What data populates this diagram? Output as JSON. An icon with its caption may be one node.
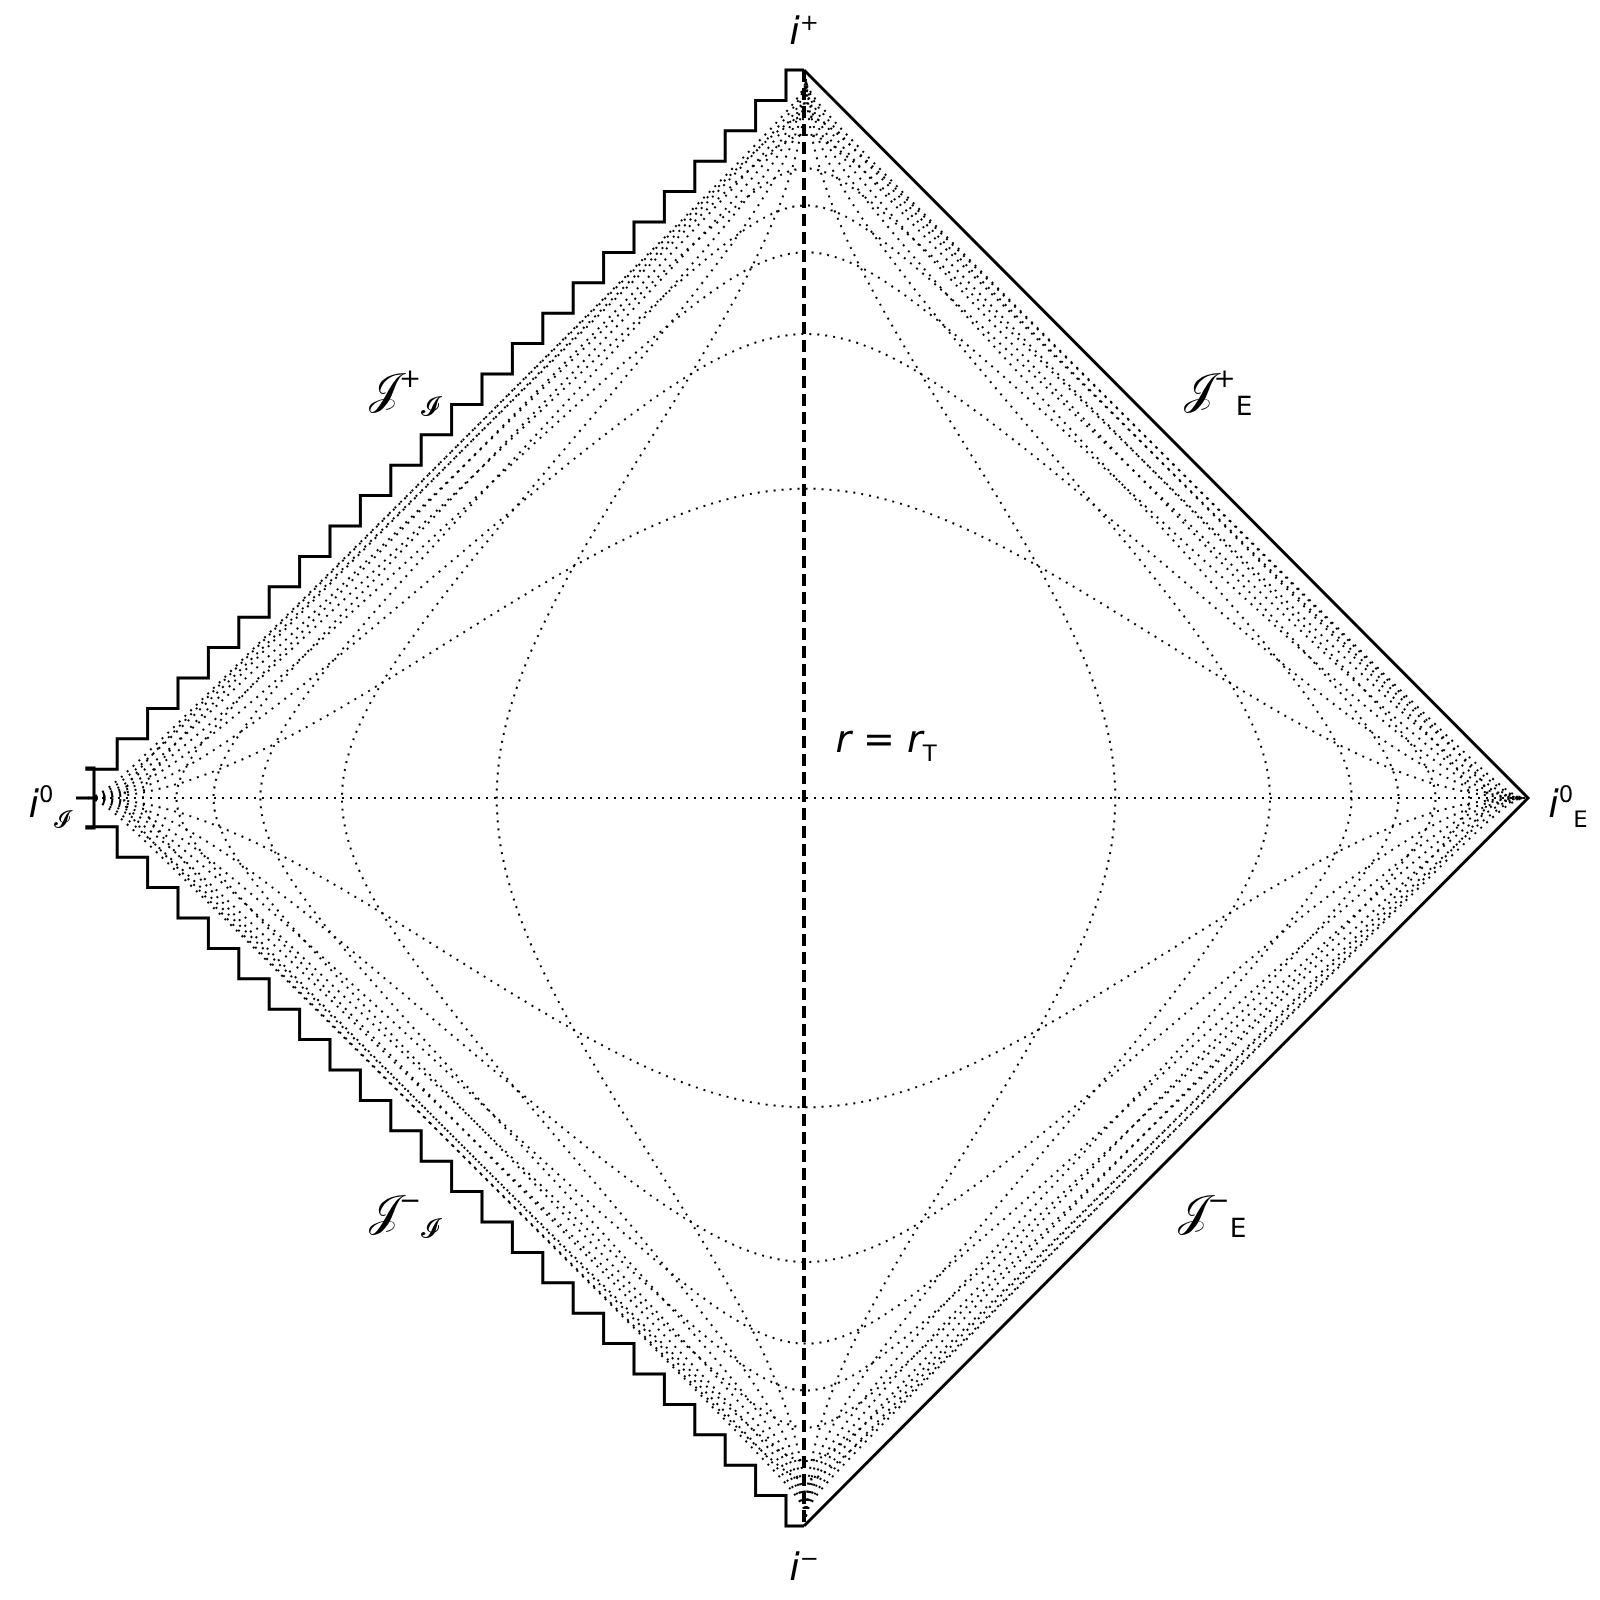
{
  "diagram": {
    "labels": [
      "*i*$^{+}$",
      "𝒥$^{+}$$_{𝓘}$",
      "𝒥$^{+}$$_{E}$",
      "*r* = *r*$_{T}$",
      "*i*$^{0}$$_{𝓘}$",
      "*i*$^{0}$$_{E}$",
      "𝒥$^{−}$$_{𝓘}$",
      "𝒥$^{−}$$_{E}$",
      "*i*$^{−}$"
    ]
  }
}
